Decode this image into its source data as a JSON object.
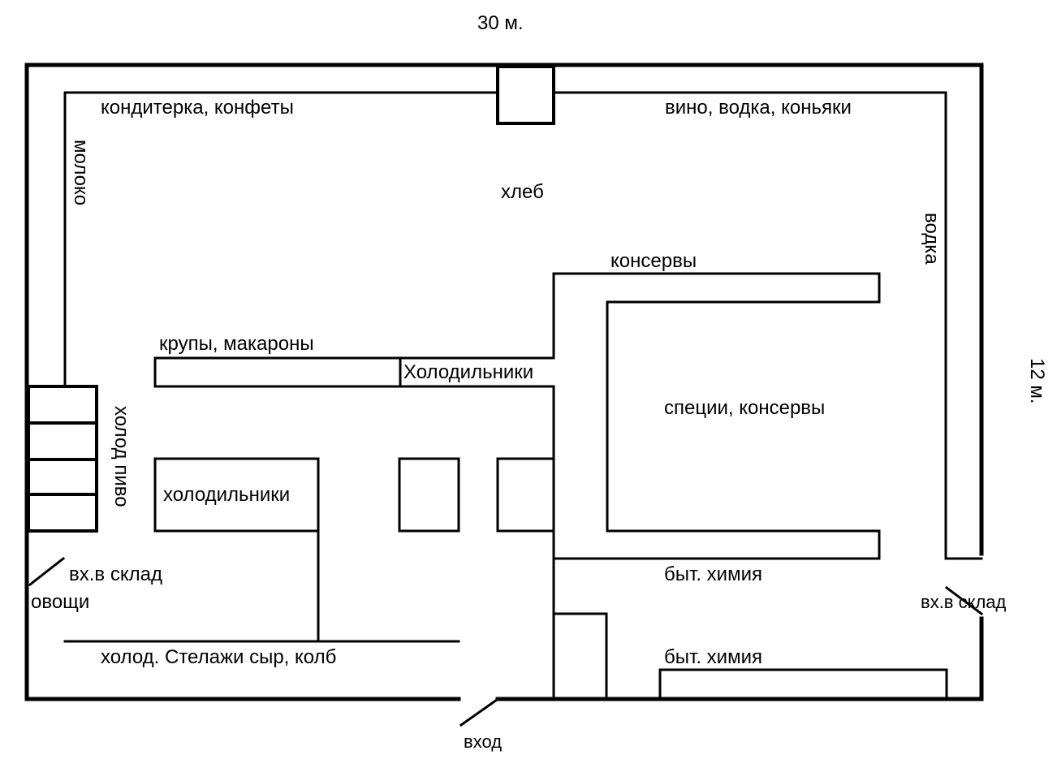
{
  "dimensions": {
    "width": "30 м.",
    "height": "12 м."
  },
  "sections": {
    "confectionery": "кондитерка, конфеты",
    "wine": "вино, водка, коньяки",
    "milk": "молоко",
    "bread": "хлеб",
    "vodka": "водка",
    "canned": "консервы",
    "cereals": "крупы, макароны",
    "fridges_top": "Холодильники",
    "spices": "специи, консервы",
    "cold_beer": "холод пиво",
    "fridges": "холодильники",
    "warehouse_left": "вх.в склад",
    "vegetables": "овощи",
    "cold_shelves": "холод. Стелажи сыр, колб",
    "household_1": "быт. химия",
    "household_2": "быт. химия",
    "warehouse_right": "вх.в склад",
    "entrance": "вход"
  },
  "colors": {
    "line": "#000000",
    "background": "#ffffff"
  }
}
